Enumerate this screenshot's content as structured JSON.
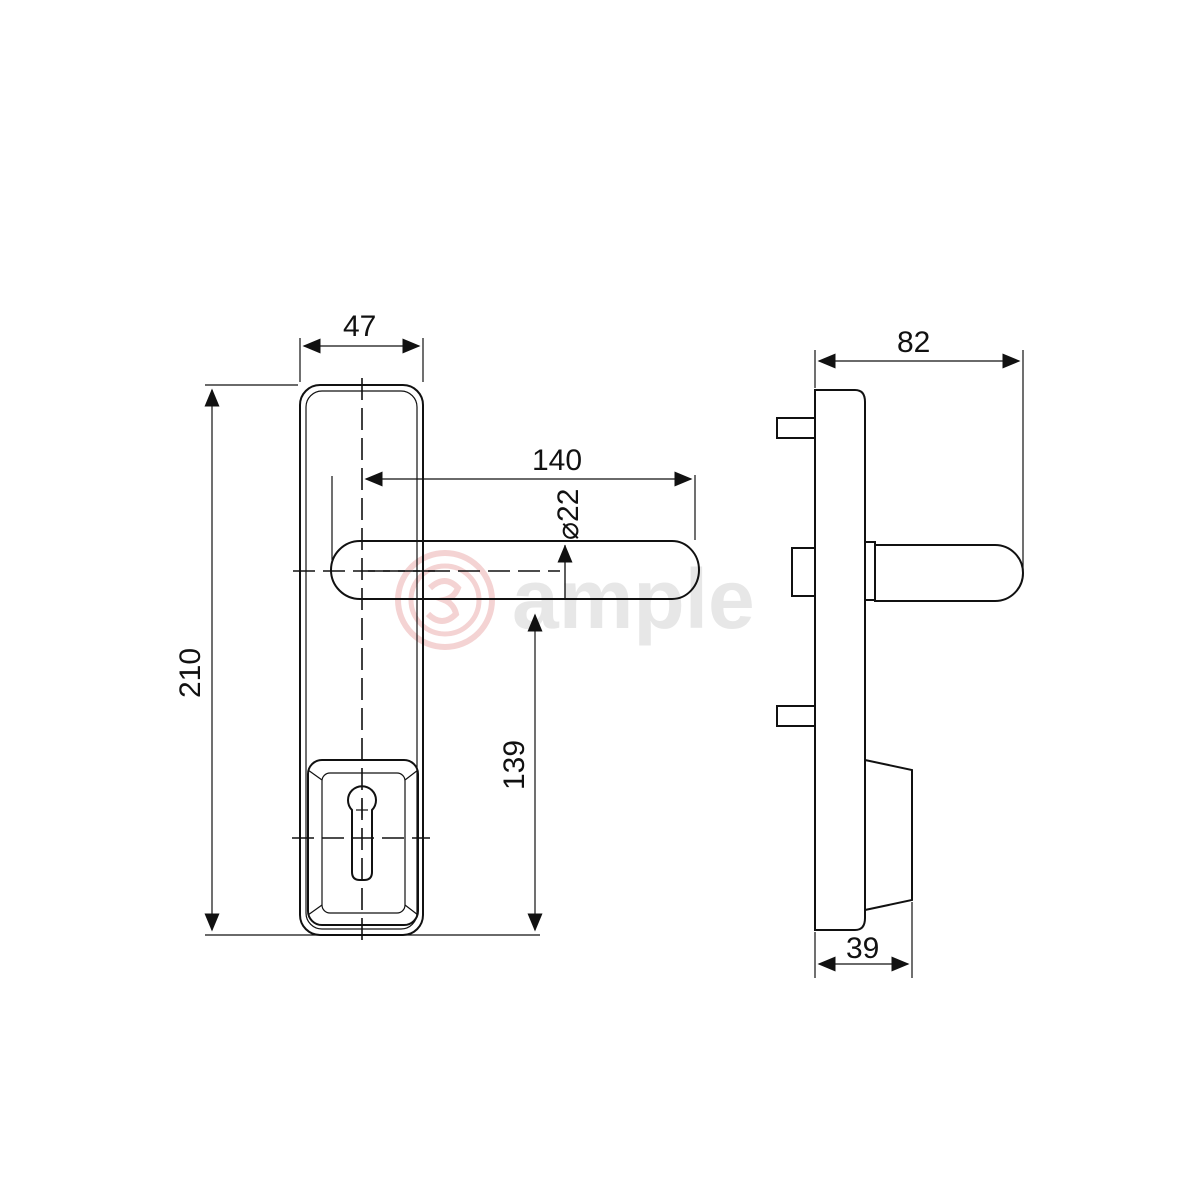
{
  "dimensions": {
    "plate_width": "47",
    "overall_height": "210",
    "lever_length": "140",
    "lever_diameter": "⌀22",
    "spindle_to_base": "139",
    "projection": "82",
    "cylinder_depth": "39"
  },
  "watermark": {
    "text": "ample",
    "color": "#e8a0a0"
  },
  "colors": {
    "line": "#111111",
    "background": "#ffffff"
  }
}
